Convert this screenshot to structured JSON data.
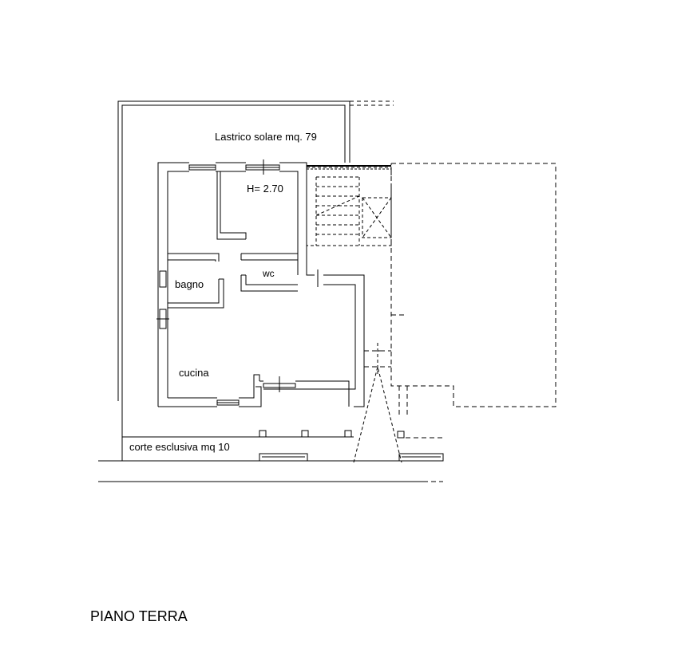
{
  "labels": {
    "lastrico": "Lastrico solare mq. 79",
    "height": "H= 2.70",
    "wc": "wc",
    "bagno": "bagno",
    "cucina": "cucina",
    "corte": "corte esclusiva  mq 10"
  },
  "title": "PIANO TERRA"
}
